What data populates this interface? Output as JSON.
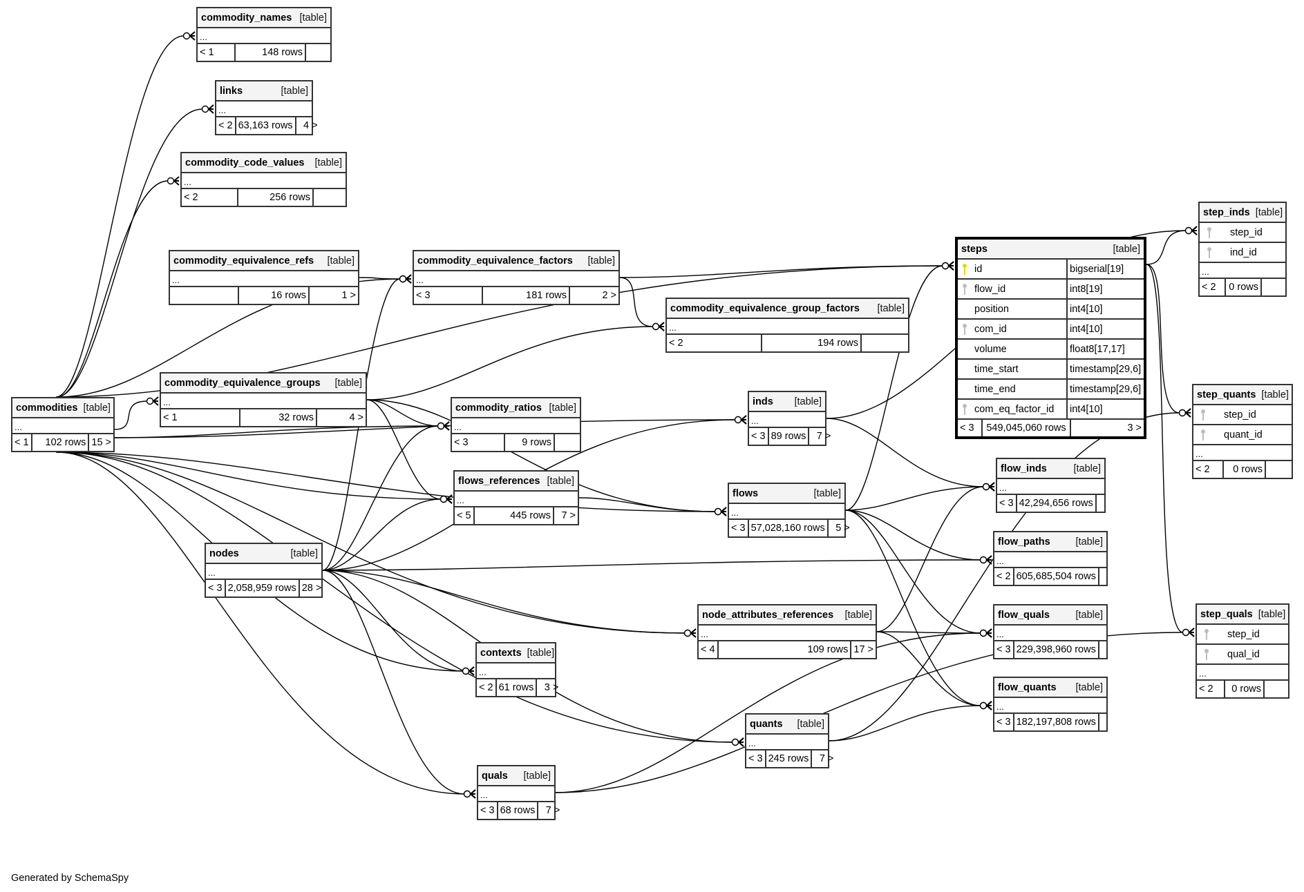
{
  "footer": "Generated by SchemaSpy",
  "table_kind_label": "[table]",
  "ellipsis": "...",
  "tables": {
    "commodity_names": {
      "name": "commodity_names",
      "parents": "< 1",
      "rows": "148 rows",
      "children": ""
    },
    "links": {
      "name": "links",
      "parents": "< 2",
      "rows": "63,163 rows",
      "children": "4 >"
    },
    "commodity_code_values": {
      "name": "commodity_code_values",
      "parents": "< 2",
      "rows": "256 rows",
      "children": ""
    },
    "commodity_equivalence_refs": {
      "name": "commodity_equivalence_refs",
      "parents": "",
      "rows": "16 rows",
      "children": "1 >"
    },
    "commodity_equivalence_factors": {
      "name": "commodity_equivalence_factors",
      "parents": "< 3",
      "rows": "181 rows",
      "children": "2 >"
    },
    "commodity_equivalence_group_factors": {
      "name": "commodity_equivalence_group_factors",
      "parents": "< 2",
      "rows": "194 rows",
      "children": ""
    },
    "commodities": {
      "name": "commodities",
      "parents": "< 1",
      "rows": "102 rows",
      "children": "15 >"
    },
    "commodity_equivalence_groups": {
      "name": "commodity_equivalence_groups",
      "parents": "< 1",
      "rows": "32 rows",
      "children": "4 >"
    },
    "commodity_ratios": {
      "name": "commodity_ratios",
      "parents": "< 3",
      "rows": "9 rows",
      "children": ""
    },
    "flows_references": {
      "name": "flows_references",
      "parents": "< 5",
      "rows": "445 rows",
      "children": "7 >"
    },
    "inds": {
      "name": "inds",
      "parents": "< 3",
      "rows": "89 rows",
      "children": "7 >"
    },
    "flows": {
      "name": "flows",
      "parents": "< 3",
      "rows": "57,028,160 rows",
      "children": "5 >"
    },
    "nodes": {
      "name": "nodes",
      "parents": "< 3",
      "rows": "2,058,959 rows",
      "children": "28 >"
    },
    "contexts": {
      "name": "contexts",
      "parents": "< 2",
      "rows": "61 rows",
      "children": "3 >"
    },
    "node_attributes_references": {
      "name": "node_attributes_references",
      "parents": "< 4",
      "rows": "109 rows",
      "children": "17 >"
    },
    "quants": {
      "name": "quants",
      "parents": "< 3",
      "rows": "245 rows",
      "children": "7 >"
    },
    "quals": {
      "name": "quals",
      "parents": "< 3",
      "rows": "68 rows",
      "children": "7 >"
    },
    "flow_inds": {
      "name": "flow_inds",
      "parents": "< 3",
      "rows": "42,294,656 rows",
      "children": ""
    },
    "flow_paths": {
      "name": "flow_paths",
      "parents": "< 2",
      "rows": "605,685,504 rows",
      "children": ""
    },
    "flow_quals": {
      "name": "flow_quals",
      "parents": "< 3",
      "rows": "229,398,960 rows",
      "children": ""
    },
    "flow_quants": {
      "name": "flow_quants",
      "parents": "< 3",
      "rows": "182,197,808 rows",
      "children": ""
    },
    "steps": {
      "name": "steps",
      "parents": "< 3",
      "rows": "549,045,060 rows",
      "children": "3 >",
      "columns": [
        {
          "name": "id",
          "type": "bigserial[19]",
          "key": "pk"
        },
        {
          "name": "flow_id",
          "type": "int8[19]",
          "key": "fk"
        },
        {
          "name": "position",
          "type": "int4[10]",
          "key": "none"
        },
        {
          "name": "com_id",
          "type": "int4[10]",
          "key": "fk"
        },
        {
          "name": "volume",
          "type": "float8[17,17]",
          "key": "none"
        },
        {
          "name": "time_start",
          "type": "timestamp[29,6]",
          "key": "none"
        },
        {
          "name": "time_end",
          "type": "timestamp[29,6]",
          "key": "none"
        },
        {
          "name": "com_eq_factor_id",
          "type": "int4[10]",
          "key": "fk"
        }
      ]
    },
    "step_inds": {
      "name": "step_inds",
      "parents": "< 2",
      "rows": "0 rows",
      "children": "",
      "columns": [
        {
          "name": "step_id",
          "key": "fk"
        },
        {
          "name": "ind_id",
          "key": "fk"
        }
      ]
    },
    "step_quants": {
      "name": "step_quants",
      "parents": "< 2",
      "rows": "0 rows",
      "children": "",
      "columns": [
        {
          "name": "step_id",
          "key": "fk"
        },
        {
          "name": "quant_id",
          "key": "fk"
        }
      ]
    },
    "step_quals": {
      "name": "step_quals",
      "parents": "< 2",
      "rows": "0 rows",
      "children": "",
      "columns": [
        {
          "name": "step_id",
          "key": "fk"
        },
        {
          "name": "qual_id",
          "key": "fk"
        }
      ]
    }
  },
  "relationships": [
    [
      "commodities",
      "commodity_names"
    ],
    [
      "commodities",
      "links"
    ],
    [
      "commodities",
      "commodity_code_values"
    ],
    [
      "commodities",
      "commodity_equivalence_factors"
    ],
    [
      "commodities",
      "commodity_equivalence_groups"
    ],
    [
      "commodities",
      "commodity_ratios"
    ],
    [
      "commodities",
      "flows_references"
    ],
    [
      "commodities",
      "steps"
    ],
    [
      "commodities",
      "inds"
    ],
    [
      "commodities",
      "contexts"
    ],
    [
      "commodities",
      "quals"
    ],
    [
      "commodities",
      "quants"
    ],
    [
      "commodities",
      "node_attributes_references"
    ],
    [
      "commodities",
      "flows"
    ],
    [
      "commodity_equivalence_refs",
      "commodity_equivalence_factors"
    ],
    [
      "commodity_equivalence_factors",
      "commodity_equivalence_group_factors"
    ],
    [
      "commodity_equivalence_factors",
      "steps"
    ],
    [
      "commodity_equivalence_groups",
      "commodity_equivalence_group_factors"
    ],
    [
      "commodity_equivalence_groups",
      "commodity_ratios"
    ],
    [
      "commodity_equivalence_groups",
      "flows_references"
    ],
    [
      "commodity_equivalence_groups",
      "flows"
    ],
    [
      "nodes",
      "commodity_equivalence_factors"
    ],
    [
      "nodes",
      "commodity_ratios"
    ],
    [
      "nodes",
      "flows_references"
    ],
    [
      "nodes",
      "inds"
    ],
    [
      "nodes",
      "contexts"
    ],
    [
      "nodes",
      "node_attributes_references"
    ],
    [
      "nodes",
      "quants"
    ],
    [
      "nodes",
      "quals"
    ],
    [
      "nodes",
      "flow_paths"
    ],
    [
      "flows_references",
      "flows"
    ],
    [
      "flows",
      "steps"
    ],
    [
      "flows",
      "flow_inds"
    ],
    [
      "flows",
      "flow_paths"
    ],
    [
      "flows",
      "flow_quals"
    ],
    [
      "flows",
      "flow_quants"
    ],
    [
      "inds",
      "flow_inds"
    ],
    [
      "inds",
      "step_inds"
    ],
    [
      "node_attributes_references",
      "flow_inds"
    ],
    [
      "node_attributes_references",
      "flow_quals"
    ],
    [
      "node_attributes_references",
      "flow_quants"
    ],
    [
      "quants",
      "flow_quants"
    ],
    [
      "quants",
      "step_quants"
    ],
    [
      "quals",
      "flow_quals"
    ],
    [
      "quals",
      "step_quals"
    ],
    [
      "steps",
      "step_inds"
    ],
    [
      "steps",
      "step_quants"
    ],
    [
      "steps",
      "step_quals"
    ]
  ]
}
